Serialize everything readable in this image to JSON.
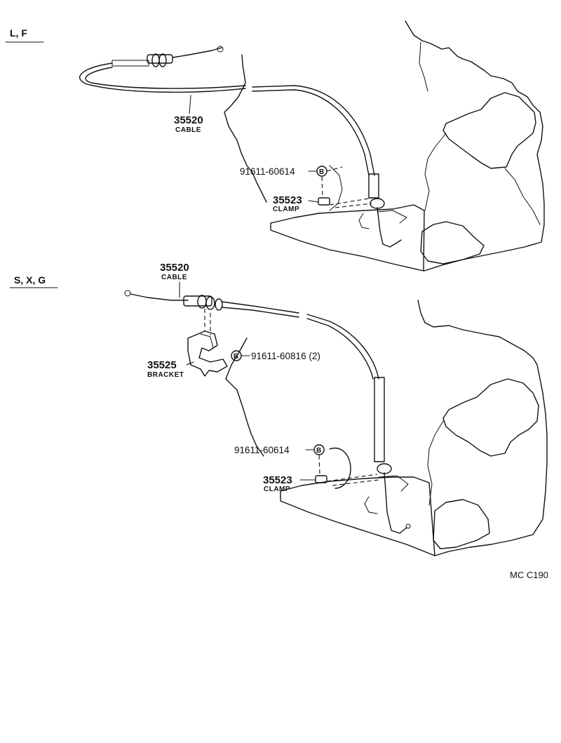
{
  "diagram": {
    "section_top": {
      "variant_label": "L, F",
      "cable": {
        "part_no": "35520",
        "name": "CABLE"
      },
      "bolt": {
        "part_no": "91611-60614",
        "marker": "B"
      },
      "clamp": {
        "part_no": "35523",
        "name": "CLAMP"
      }
    },
    "section_bottom": {
      "variant_label": "S, X, G",
      "cable": {
        "part_no": "35520",
        "name": "CABLE"
      },
      "bracket": {
        "part_no": "35525",
        "name": "BRACKET"
      },
      "bracket_bolt": {
        "part_no": "91611-60816 (2)",
        "marker": "B"
      },
      "bolt": {
        "part_no": "91611-60614",
        "marker": "B"
      },
      "clamp": {
        "part_no": "35523",
        "name": "CLAMP"
      }
    },
    "figure_ref": "MC C190"
  }
}
